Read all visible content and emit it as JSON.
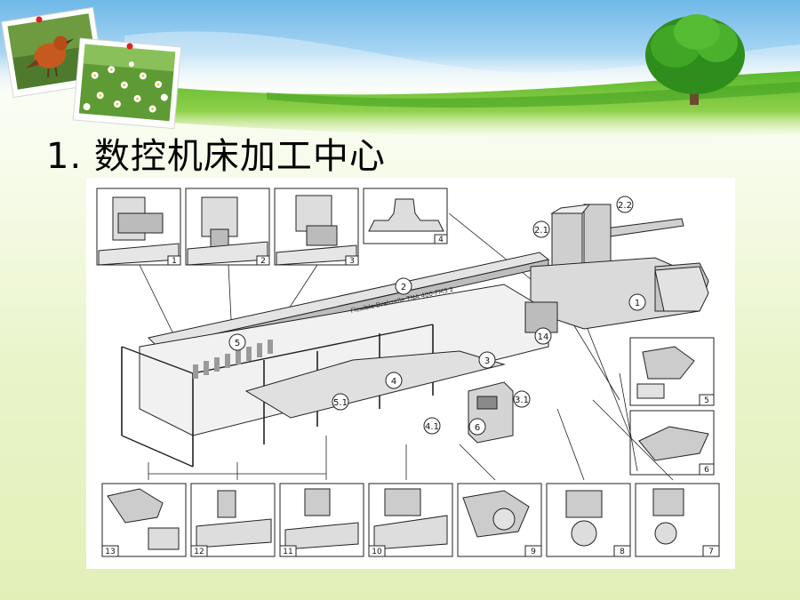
{
  "slide": {
    "title": "1. 数控机床加工中心",
    "icons": [
      "robin-photo",
      "daisy-field-photo",
      "tree-icon",
      "pushpin-icon"
    ]
  },
  "figure": {
    "machine_text": "Flexible Drehzelle TNA 400-FMS 2",
    "callouts": [
      "2.1",
      "2.2",
      "2",
      "1",
      "5",
      "14",
      "3",
      "4",
      "3.1",
      "5.1",
      "4.1",
      "6"
    ],
    "top_panels": [
      "1",
      "2",
      "3",
      "4"
    ],
    "side_panels": [
      "5",
      "6"
    ],
    "bottom_panels": [
      "13",
      "12",
      "11",
      "10",
      "9",
      "8",
      "7"
    ]
  }
}
